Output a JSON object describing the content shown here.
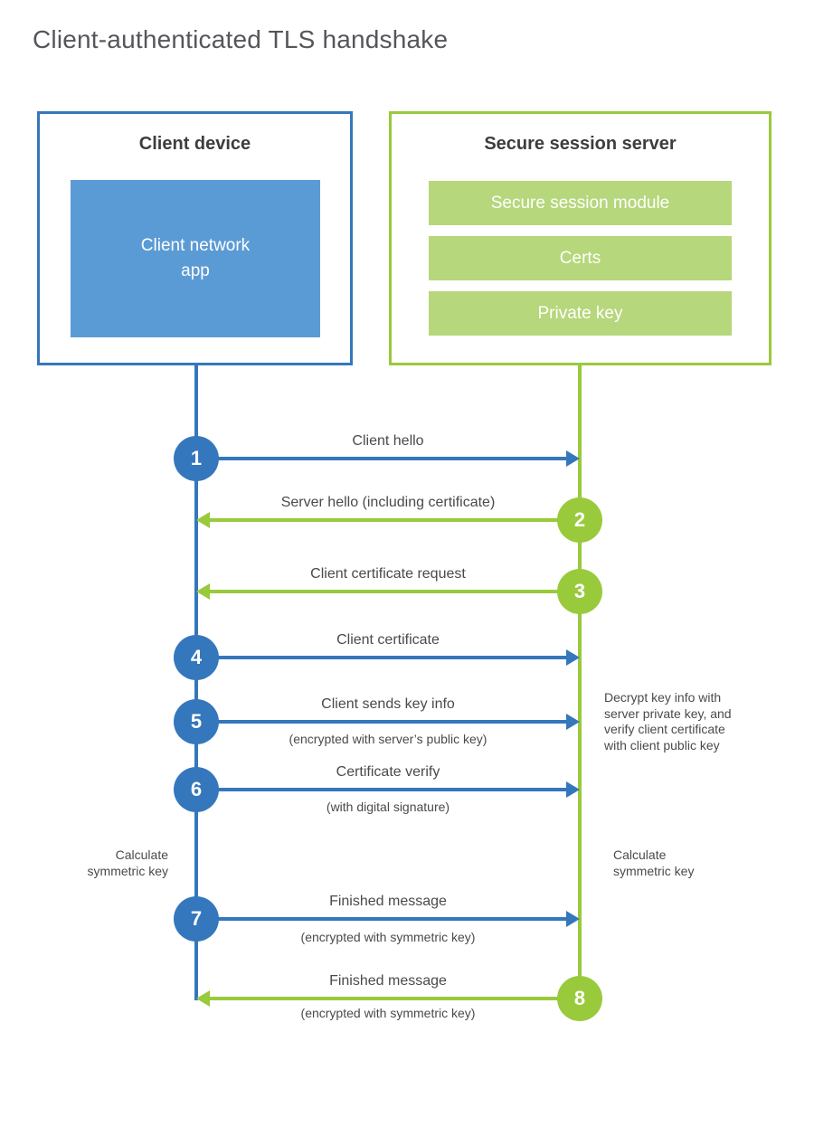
{
  "title": "Client-authenticated TLS handshake",
  "colors": {
    "blue": "#3477bc",
    "blue_fill": "#5b9bd5",
    "green": "#99ca3c",
    "green_fill": "#b6d77b"
  },
  "client": {
    "title": "Client device",
    "app_label": "Client network\napp"
  },
  "server": {
    "title": "Secure session server",
    "modules": [
      "Secure session module",
      "Certs",
      "Private key"
    ]
  },
  "steps": [
    {
      "num": "1",
      "from": "client",
      "label": "Client hello",
      "sublabel": ""
    },
    {
      "num": "2",
      "from": "server",
      "label": "Server hello (including certificate)",
      "sublabel": ""
    },
    {
      "num": "3",
      "from": "server",
      "label": "Client certificate request",
      "sublabel": ""
    },
    {
      "num": "4",
      "from": "client",
      "label": "Client certificate",
      "sublabel": ""
    },
    {
      "num": "5",
      "from": "client",
      "label": "Client sends key info",
      "sublabel": "(encrypted with server’s public key)"
    },
    {
      "num": "6",
      "from": "client",
      "label": "Certificate verify",
      "sublabel": "(with digital signature)"
    },
    {
      "num": "7",
      "from": "client",
      "label": "Finished message",
      "sublabel": "(encrypted with symmetric key)"
    },
    {
      "num": "8",
      "from": "server",
      "label": "Finished message",
      "sublabel": "(encrypted with symmetric key)"
    }
  ],
  "notes": {
    "decrypt": "Decrypt key info with\nserver private key, and\nverify client certificate\nwith client public key",
    "calc_client": "Calculate\nsymmetric key",
    "calc_server": "Calculate\nsymmetric key"
  }
}
